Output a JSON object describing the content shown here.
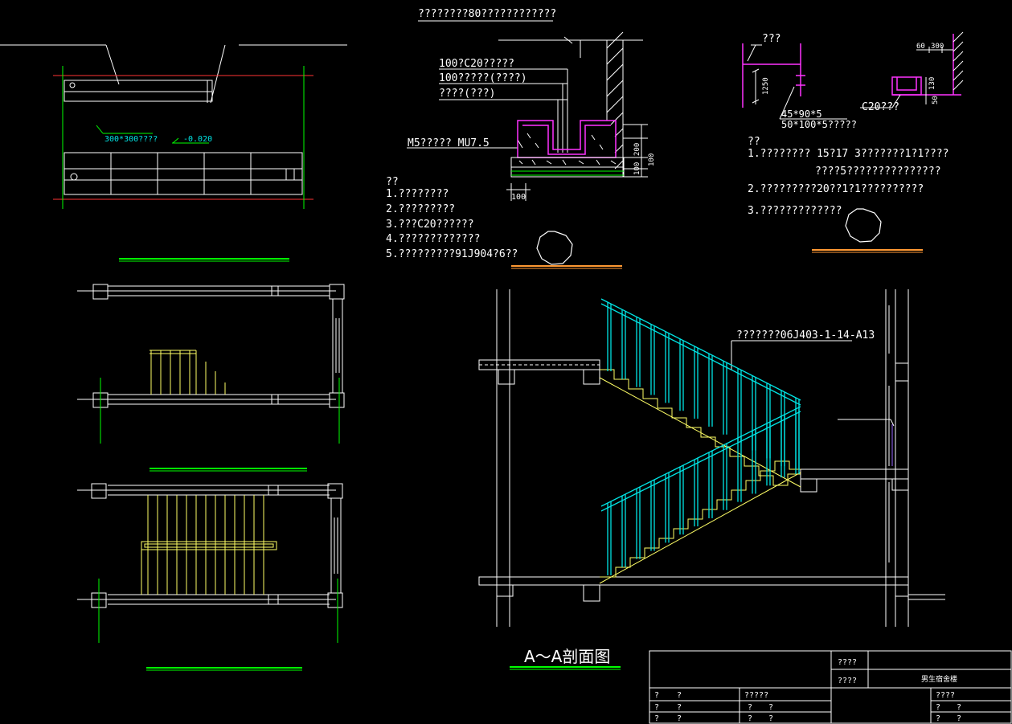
{
  "plan_top": {
    "tag_size": "300*300????",
    "tag_level": "-0.020"
  },
  "wall_detail": {
    "title": "????????80????????????",
    "layer1": "100?C20?????",
    "layer2": "100?????(????)",
    "layer3": "????(???)",
    "mortar": "M5????? MU7.5",
    "dim_200": "200",
    "dim_100a": "100",
    "dim_100b": "100",
    "dim_100c": "100",
    "notes_head": "??",
    "notes": [
      "1.????????",
      "2.?????????",
      "3.???C20??????",
      "4.?????????????",
      "5.?????????91J904?6??"
    ]
  },
  "rail_detail": {
    "label_top": "???",
    "dim_1250": "1250",
    "steel1": "45*90*5",
    "steel2": "50*100*5?????",
    "c20": "C20???",
    "dim_60": "60",
    "dim_300": "300",
    "dim_130": "130",
    "dim_50": "50",
    "notes_head": "??",
    "notes": [
      "1.????????    15?17 3???????1?1????",
      "????5???????????????",
      "2.?????????20??1?1??????????",
      "3.?????????????"
    ]
  },
  "section": {
    "title": "A～A剖面图",
    "callout": "???????06J403-1-14-A13"
  },
  "title_block": {
    "r1_label": "????",
    "r2_label": "????",
    "project": "男生宿舍楼",
    "c1": "?",
    "c2": "?",
    "c3": "?????",
    "c4": "????",
    "c5": "?",
    "c6": "?",
    "c7": "?",
    "c8": "?",
    "c9": "?",
    "c10": "?",
    "c11": "?",
    "c12": "?",
    "c13": "?",
    "c14": "?",
    "c15": "?",
    "c16": "?",
    "c17": "?",
    "c18": "?"
  },
  "colors": {
    "background": "#000000",
    "white": "#ffffff",
    "green": "#00ff00",
    "cyan": "#00e5e5",
    "yellow": "#ffff66",
    "magenta": "#ff33ff",
    "orange": "#ff9933",
    "red": "#ff3333"
  }
}
